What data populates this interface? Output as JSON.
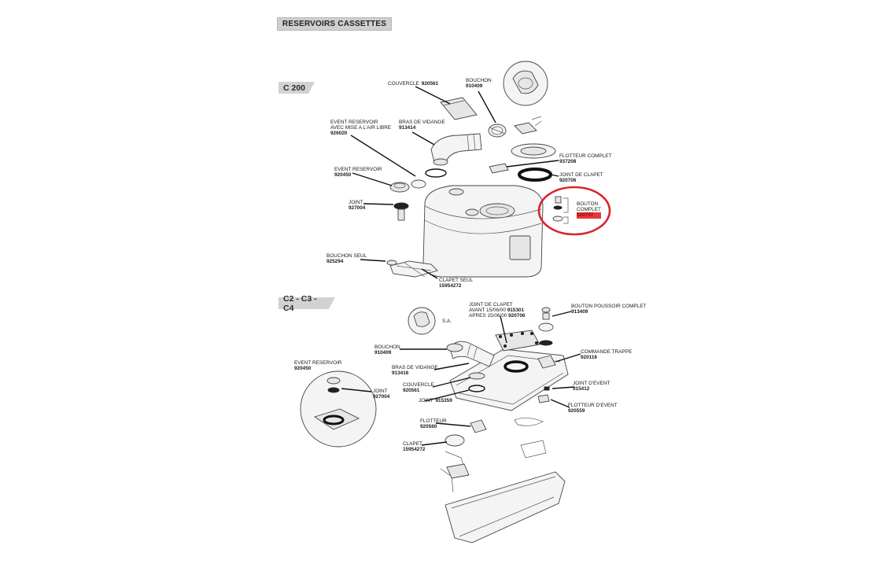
{
  "header": {
    "title": "RESERVOIRS CASSETTES"
  },
  "sections": {
    "c200": {
      "tag": "C 200",
      "parts": {
        "couvercle": {
          "name": "COUVERCLE",
          "code": "920561"
        },
        "bouchon": {
          "name": "BOUCHON",
          "code": "910409"
        },
        "bras": {
          "name": "BRAS DE VIDANGE",
          "code": "913414"
        },
        "event_air": {
          "line1": "EVENT RESERVOIR",
          "line2": "AVEC MISE A L'AIR LIBRE",
          "code": "926020"
        },
        "flotteur": {
          "name": "FLOTTEUR COMPLET",
          "code": "937208"
        },
        "joint_clapet": {
          "name": "JOINT DE CLAPET",
          "code": "920706"
        },
        "event": {
          "name": "EVENT RESERVOIR",
          "code": "920450"
        },
        "bouton": {
          "line1": "BOUTON",
          "line2": "COMPLET",
          "code": "920707"
        },
        "joint": {
          "name": "JOINT",
          "code": "927004"
        },
        "bouchon_seul": {
          "name": "BOUCHON SEUL",
          "code": "925294"
        },
        "clapet_seul": {
          "name": "CLAPET SEUL",
          "code": "15954272"
        }
      },
      "highlight_color": "#d8252c"
    },
    "c234": {
      "tag": "C2 - C3 - C4",
      "parts": {
        "joint_clapet": {
          "name": "JOINT DE CLAPET",
          "line2": "AVANT 15/06/00",
          "code2": "915301",
          "line3": "APRES 15/06/00",
          "code3": "920706"
        },
        "bouton_poussoir": {
          "name": "BOUTON POUSSOIR COMPLET",
          "code": "913409"
        },
        "sa": "S.A.",
        "bouchon": {
          "name": "BOUCHON",
          "code": "910409"
        },
        "commande_trappe": {
          "name": "COMMANDE TRAPPE",
          "code": "920116"
        },
        "event": {
          "name": "EVENT RESERVOIR",
          "code": "920450"
        },
        "bras": {
          "name": "BRAS DE VIDANGE",
          "code": "913416"
        },
        "couvercle": {
          "name": "COUVERCLE",
          "code": "920561"
        },
        "joint_event": {
          "name": "JOINT D'EVENT",
          "code": "915412"
        },
        "joint_g": {
          "name": "JOINT",
          "code": "927004"
        },
        "joint_m": {
          "name": "JOINT",
          "code": "915359"
        },
        "flotteur_event": {
          "name": "FLOTTEUR D'EVENT",
          "code": "920559"
        },
        "flotteur": {
          "name": "FLOTTEUR",
          "code": "920560"
        },
        "clapet": {
          "name": "CLAPET",
          "code": "15954272"
        }
      }
    }
  }
}
